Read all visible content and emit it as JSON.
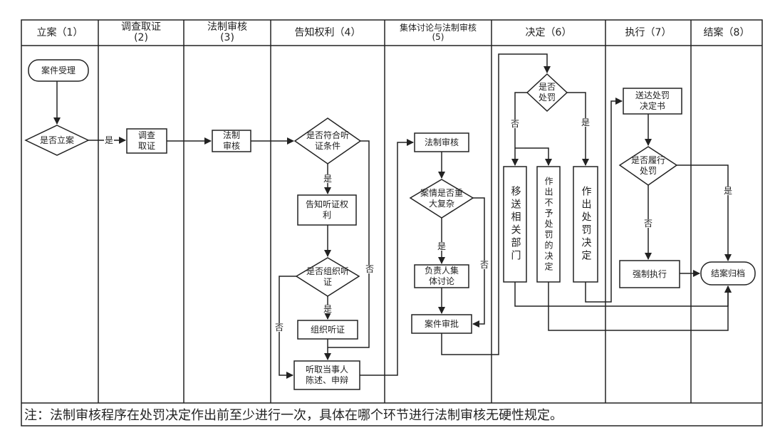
{
  "headers": [
    {
      "key": "h1",
      "text": "立案（1）"
    },
    {
      "key": "h2",
      "text": "调查取证\n(2)"
    },
    {
      "key": "h3",
      "text": "法制审核\n(3)"
    },
    {
      "key": "h4",
      "text": "告知权利（4）"
    },
    {
      "key": "h5",
      "text": "集体讨论与法制审核\n(5)"
    },
    {
      "key": "h6",
      "text": "决定（6）"
    },
    {
      "key": "h7",
      "text": "执行（7）"
    },
    {
      "key": "h8",
      "text": "结案（8）"
    }
  ],
  "nodes": {
    "case_accept": "案件受理",
    "is_filed": "是否立案",
    "investigate": "调查\n取证",
    "legal_review_1": "法制\n审核",
    "hearing_cond": "是否符合听\n证条件",
    "inform_hearing": "告知听证权\n利",
    "organize_q": "是否组织听\n证",
    "organize": "组织听证",
    "hear_party": "听取当事人\n陈述、申辩",
    "legal_review_2": "法制审核",
    "complex_q": "案情是否重\n大复杂",
    "collective": "负责人集\n体讨论",
    "approve": "案件审批",
    "punish_q": "是否\n处罚",
    "transfer": "移送相关部门",
    "no_punish": "作出不予处罚的决定",
    "punish": "作出处罚决定",
    "deliver": "送达处罚\n决定书",
    "fulfilled_q": "是否履行\n处罚",
    "enforce": "强制执行",
    "archive": "结案归档"
  },
  "labels": {
    "yes": "是",
    "no": "否"
  },
  "note": "注：法制审核程序在处罚决定作出前至少进行一次，具体在哪个环节进行法制审核无硬性规定。"
}
